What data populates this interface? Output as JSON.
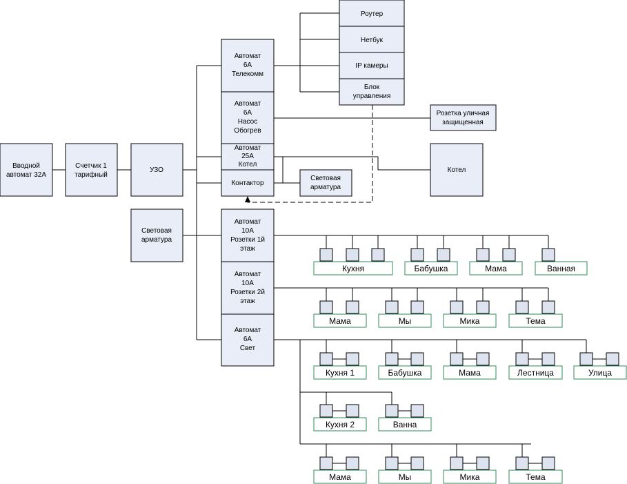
{
  "blocks": {
    "input_breaker": [
      "Вводной",
      "автомат 32А"
    ],
    "meter": [
      "Счетчик 1",
      "тарифный"
    ],
    "rcd": [
      "УЗО"
    ],
    "lighting_left": [
      "Световая",
      "арматура"
    ],
    "breaker_telecom": [
      "Автомат",
      "6А",
      "Телекомм"
    ],
    "breaker_pump": [
      "Автомат",
      "6А",
      "Насос",
      "Обогрев"
    ],
    "breaker_boiler": [
      "Автомат",
      "25А",
      "Котел"
    ],
    "contactor": [
      "Контактор"
    ],
    "lighting_mid": [
      "Световая",
      "арматура"
    ],
    "breaker_sockets1": [
      "Автомат",
      "10А",
      "Розетки 1й",
      "этаж"
    ],
    "breaker_sockets2": [
      "Автомат",
      "10А",
      "Розетки 2й",
      "этаж"
    ],
    "breaker_light": [
      "Автомат",
      "6А",
      "Свет"
    ],
    "router": [
      "Роутер"
    ],
    "netbook": [
      "Нетбук"
    ],
    "ip_cameras": [
      "IP камеры"
    ],
    "control_unit": [
      "Блок",
      "управления"
    ],
    "outdoor_socket": [
      "Розетка уличная",
      "защищенная"
    ],
    "boiler": [
      "Котел"
    ]
  },
  "floor1_groups": [
    "Кухня",
    "Бабушка",
    "Мама",
    "Ванная"
  ],
  "floor2_groups": [
    "Мама",
    "Мы",
    "Мика",
    "Тема"
  ],
  "light_groups_row1": [
    "Кухня 1",
    "Бабушка",
    "Мама",
    "Лестница",
    "Улица"
  ],
  "light_groups_row2": [
    "Кухня 2",
    "Ванна"
  ],
  "light_groups_row3": [
    "Мама",
    "Мы",
    "Мика",
    "Тема"
  ]
}
